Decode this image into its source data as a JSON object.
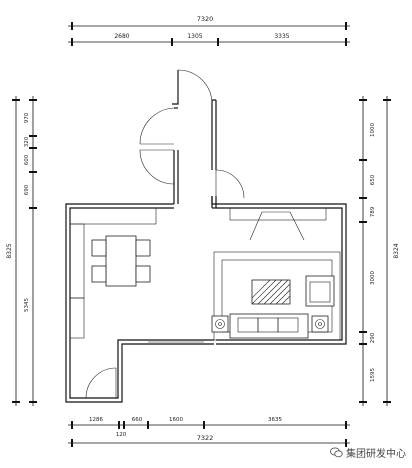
{
  "dimensions": {
    "top_total": "7320",
    "top_segments": [
      "2680",
      "1305",
      "3335"
    ],
    "bottom_segments": [
      "1286",
      "660",
      "1600",
      "3635"
    ],
    "bottom_small": "120",
    "bottom_total": "7322",
    "left_total": "8325",
    "left_segments": [
      "970",
      "320",
      "600",
      "690",
      "5345"
    ],
    "right_total": "8324",
    "right_segments": [
      "1000",
      "650",
      "789",
      "3000",
      "290",
      "1595"
    ]
  },
  "watermark": {
    "text": "集团研发中心",
    "icon": "wechat-icon"
  }
}
